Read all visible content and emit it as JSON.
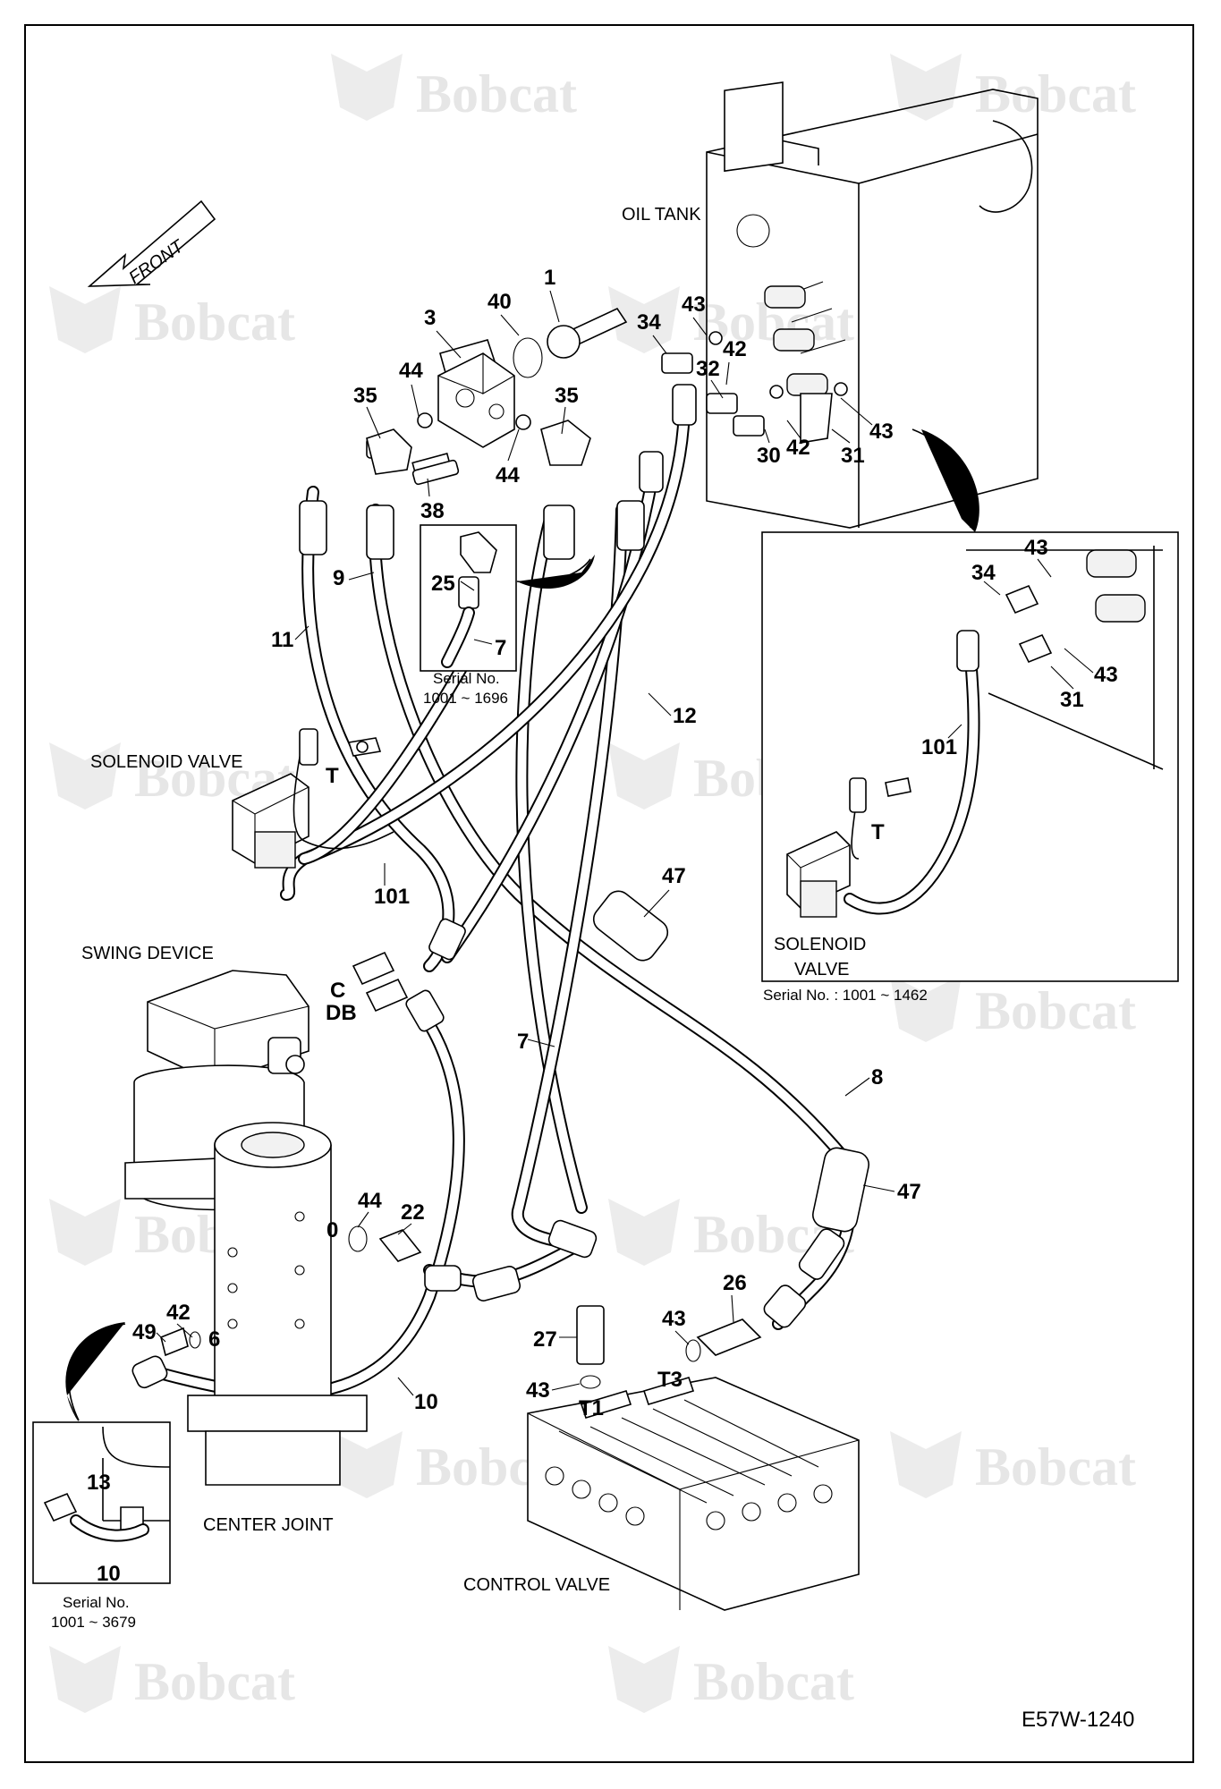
{
  "watermark": {
    "brand": "Bobcat"
  },
  "drawing_code": "E57W-1240",
  "front_arrow": "FRONT",
  "labels": {
    "oil_tank": "OIL TANK",
    "solenoid_valve": "SOLENOID VALVE",
    "swing_device": "SWING DEVICE",
    "center_joint": "CENTER JOINT",
    "control_valve": "CONTROL VALVE",
    "inset_solenoid_line1": "SOLENOID",
    "inset_solenoid_line2": "VALVE"
  },
  "insets": {
    "hose7": {
      "serial_line1": "Serial No.",
      "serial_line2": "1001 ~ 1696"
    },
    "solenoid": {
      "serial": "Serial No. : 1001 ~ 1462"
    },
    "center_joint": {
      "serial_line1": "Serial No.",
      "serial_line2": "1001 ~ 3679"
    }
  },
  "part_numbers": {
    "p1": "1",
    "p3": "3",
    "p40": "40",
    "p34": "34",
    "p43a": "43",
    "p42a": "42",
    "p32": "32",
    "p44a": "44",
    "p35a": "35",
    "p35b": "35",
    "p44b": "44",
    "p38": "38",
    "p30": "30",
    "p42b": "42",
    "p31": "31",
    "p43b": "43",
    "p25": "25",
    "p7a": "7",
    "p9": "9",
    "p11": "11",
    "p12": "12",
    "p101a": "101",
    "p47a": "47",
    "p7b": "7",
    "p8": "8",
    "p47b": "47",
    "p44c": "44",
    "p22": "22",
    "p0": "0",
    "p42c": "42",
    "p49": "49",
    "p6": "6",
    "p10a": "10",
    "p26": "26",
    "p43c": "43",
    "p27": "27",
    "p43d": "43",
    "p13": "13",
    "p10b": "10",
    "i34": "34",
    "i43a": "43",
    "i43b": "43",
    "i31": "31",
    "i101": "101"
  },
  "port_letters": {
    "T_main": "T",
    "T_inset": "T",
    "C": "C",
    "DB": "DB",
    "T3": "T3",
    "T1": "T1"
  }
}
